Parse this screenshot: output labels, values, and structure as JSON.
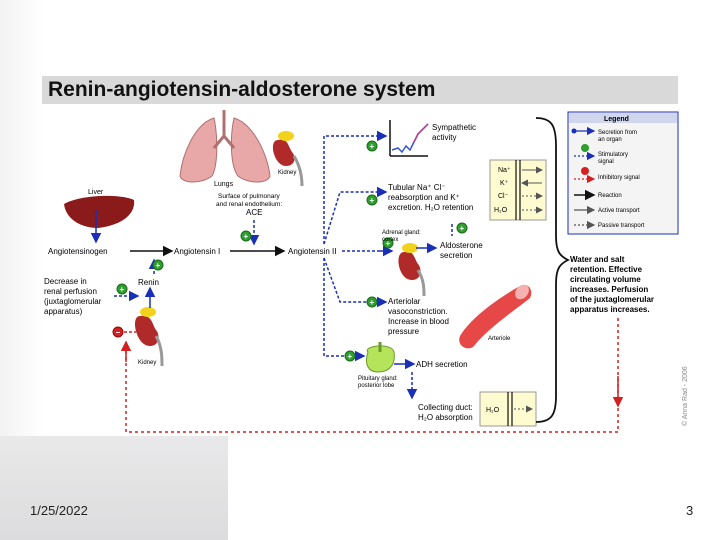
{
  "slide": {
    "date": "1/25/2022",
    "page_number": "3"
  },
  "diagram": {
    "title": "Renin-angiotensin-aldosterone system",
    "labels": {
      "liver": "Liver",
      "lungs": "Lungs",
      "kidney_top": "Kidney",
      "kidney_left": "Kidney",
      "surface1": "Surface of pulmonary",
      "surface2": "and renal endothelium:",
      "ace": "ACE",
      "angiotensinogen": "Angiotensinogen",
      "angiotensin1": "Angiotensin I",
      "angiotensin2": "Angiotensin II",
      "renin": "Renin",
      "decrease1": "Decrease in",
      "decrease2": "renal perfusion",
      "decrease3": "(juxtaglomerular",
      "decrease4": "apparatus)",
      "sympathetic1": "Sympathetic",
      "sympathetic2": "activity",
      "tubular1": "Tubular Na⁺ Cl⁻",
      "tubular2": "reabsorption and K⁺",
      "tubular3": "excretion. H₂O retention",
      "adrenal1": "Adrenal gland:",
      "adrenal2": "cortex",
      "aldosterone1": "Aldosterone",
      "aldosterone2": "secretion",
      "arteriolar1": "Arteriolar",
      "arteriolar2": "vasoconstriction.",
      "arteriolar3": "Increase in blood",
      "arteriolar4": "pressure",
      "arteriole": "Arteriole",
      "pituitary1": "Pituitary gland:",
      "pituitary2": "posterior lobe",
      "adh": "ADH secretion",
      "collecting1": "Collecting duct:",
      "collecting2": "H₂O absorption",
      "ion_na": "Na⁺",
      "ion_k": "K⁺",
      "ion_cl": "Cl⁻",
      "ion_h2o": "H₂O",
      "ion_h2o_b": "H₂O",
      "water1": "Water and salt",
      "water2": "retention. Effective",
      "water3": "circulating volume",
      "water4": "increases. Perfusion",
      "water5": "of the juxtaglomerular",
      "water6": "apparatus increases.",
      "copyright": "© Anna Rad - 2006"
    },
    "legend": {
      "title": "Legend",
      "items": [
        "Secretion from an organ",
        "Stimulatory signal",
        "Inhibitory signal",
        "Reaction",
        "Active transport",
        "Passive transport"
      ],
      "secretion1": "Secretion from",
      "secretion2": "an organ",
      "stim1": "Stimulatory",
      "stim2": "signal",
      "inhib": "Inhibitory signal",
      "reaction": "Reaction",
      "active": "Active transport",
      "passive": "Passive transport"
    },
    "colors": {
      "blue": "#1a2fb8",
      "red": "#d42020",
      "green": "#2e9e2e",
      "liver": "#8b1a1a",
      "kidney": "#b02a2a",
      "yellow_box": "#fffbd1"
    }
  }
}
